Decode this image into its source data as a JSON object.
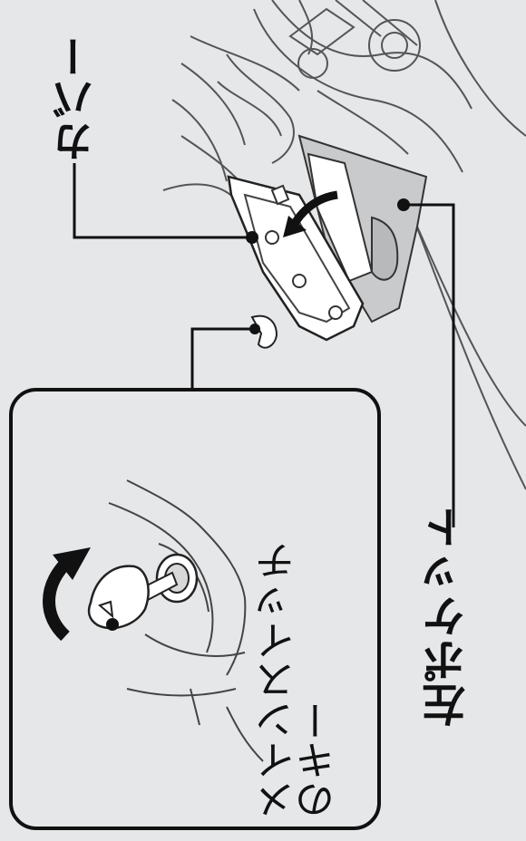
{
  "labels": {
    "cover": "カバー",
    "left_pocket": "左ポケット",
    "main_switch_key": "メインスイッチのキー"
  },
  "colors": {
    "background": "#e6e7e9",
    "inset_box": "#e6e7e9",
    "line": "#111111",
    "pocket_fill": "#c9cacc",
    "part_fill": "#ffffff"
  }
}
